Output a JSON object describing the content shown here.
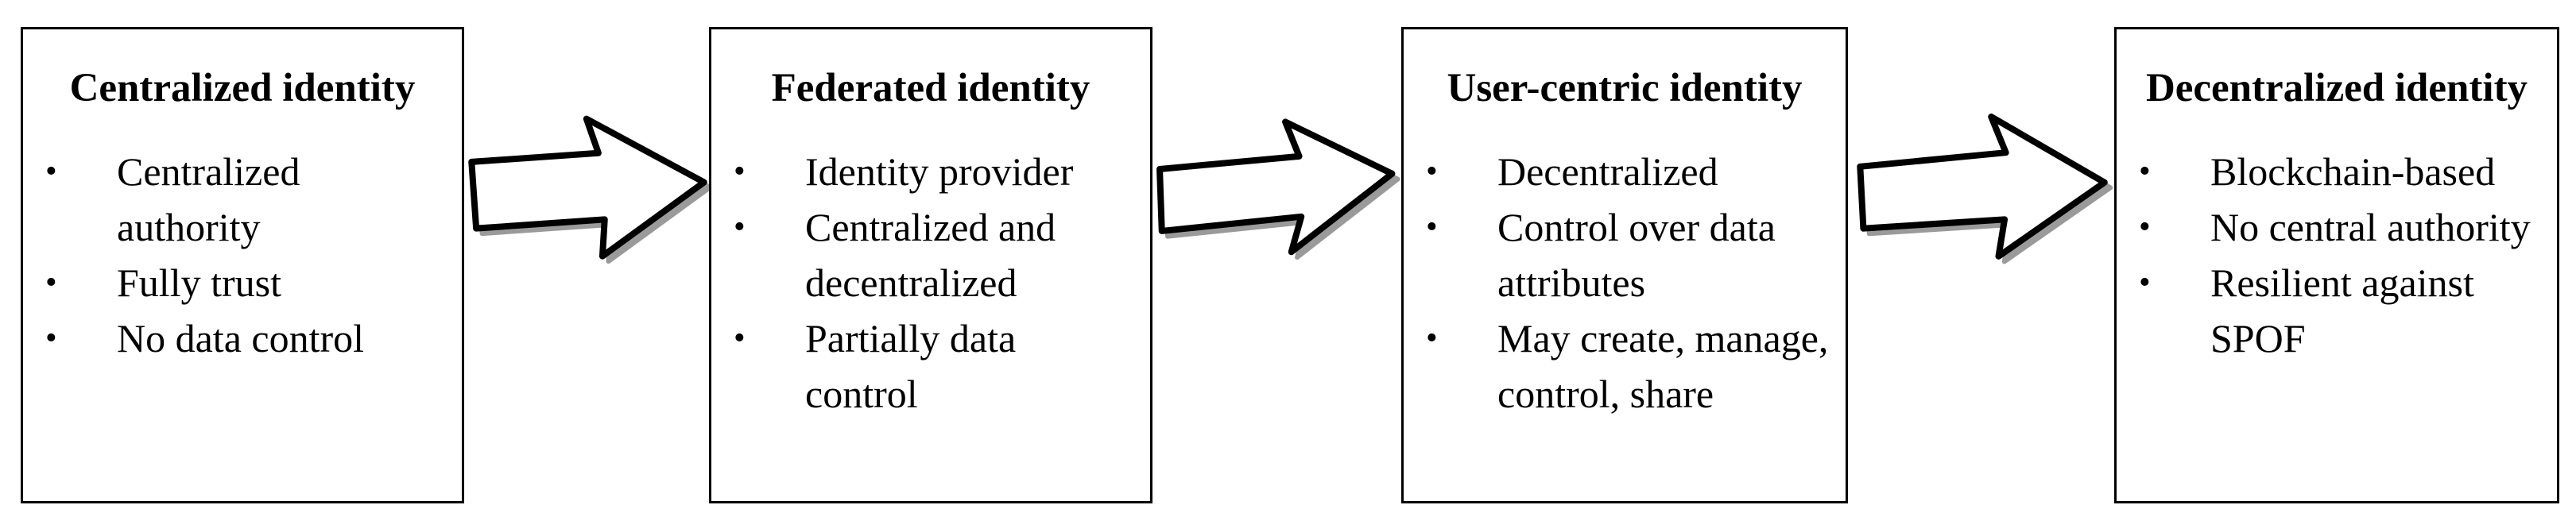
{
  "stages": [
    {
      "title": "Centralized identity",
      "items": [
        "Centralized authority",
        "Fully trust",
        "No data control"
      ]
    },
    {
      "title": "Federated identity",
      "items": [
        "Identity provider",
        "Centralized and decentralized",
        "Partially data control"
      ]
    },
    {
      "title": "User-centric identity",
      "items": [
        "Decentralized",
        "Control over data attributes",
        "May create, manage, control, share"
      ]
    },
    {
      "title": "Decentralized identity",
      "items": [
        "Blockchain-based",
        "No central authority",
        "Resilient against SPOF"
      ]
    }
  ],
  "bullet_char": "•",
  "colors": {
    "border": "#000000",
    "arrow_fill": "#ffffff",
    "arrow_shadow": "#9a9a9a"
  },
  "icons": [
    "right-arrow-icon"
  ]
}
